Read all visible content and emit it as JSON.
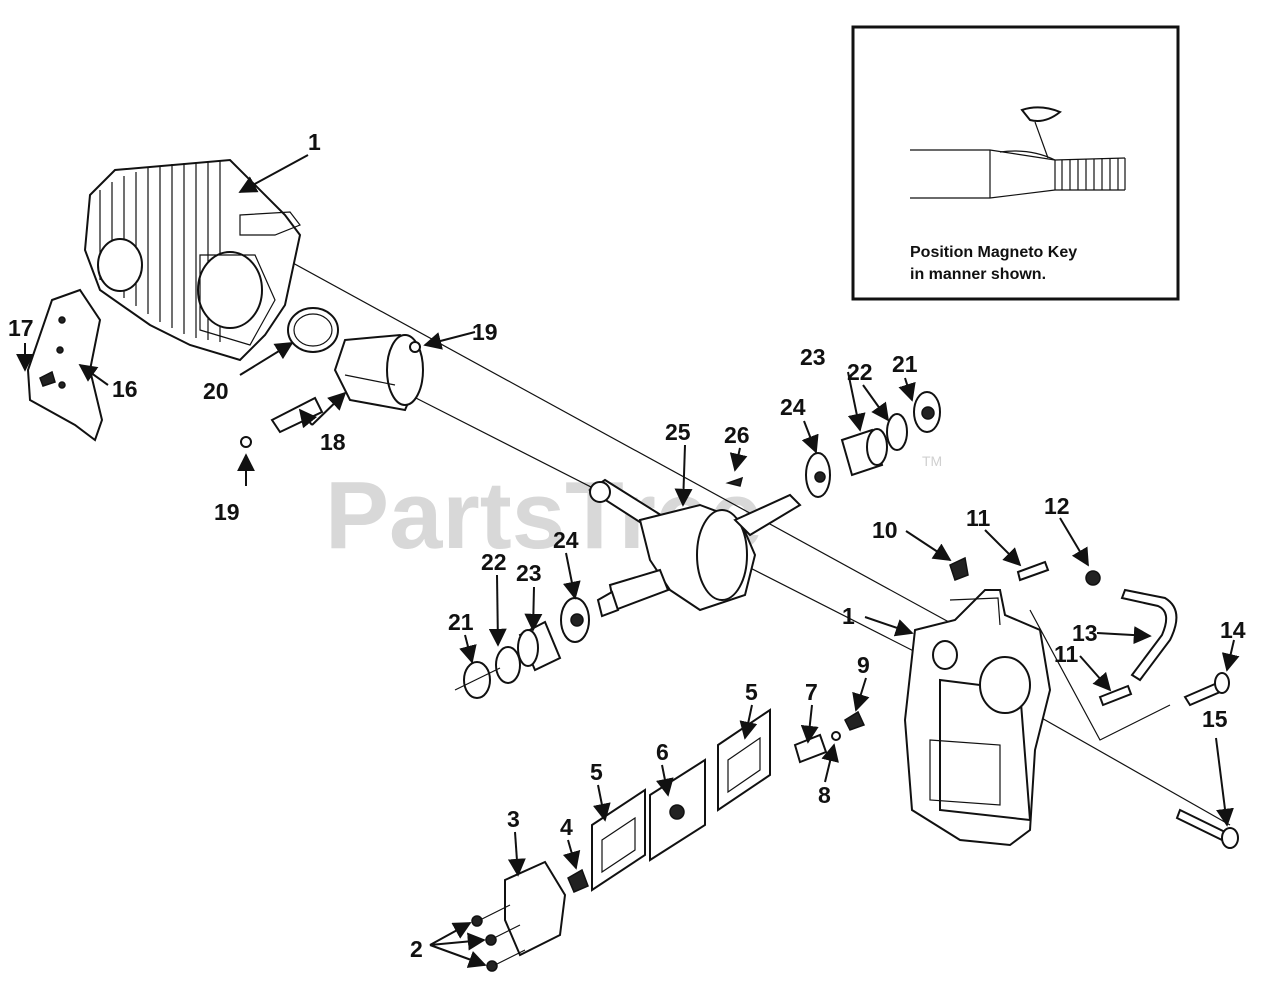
{
  "watermark": {
    "text": "PartsTree",
    "trademark": "TM"
  },
  "inset": {
    "caption_line1": "Position Magneto Key",
    "caption_line2": "in manner shown."
  },
  "callouts": {
    "c1a": "1",
    "c1b": "1",
    "c2": "2",
    "c3": "3",
    "c4": "4",
    "c5a": "5",
    "c5b": "5",
    "c6": "6",
    "c7": "7",
    "c8": "8",
    "c9": "9",
    "c10": "10",
    "c11a": "11",
    "c11b": "11",
    "c12": "12",
    "c13": "13",
    "c14": "14",
    "c15": "15",
    "c16": "16",
    "c17": "17",
    "c18": "18",
    "c19a": "19",
    "c19b": "19",
    "c20": "20",
    "c21a": "21",
    "c21b": "21",
    "c22a": "22",
    "c22b": "22",
    "c23a": "23",
    "c23b": "23",
    "c24a": "24",
    "c24b": "24",
    "c25": "25",
    "c26": "26"
  }
}
